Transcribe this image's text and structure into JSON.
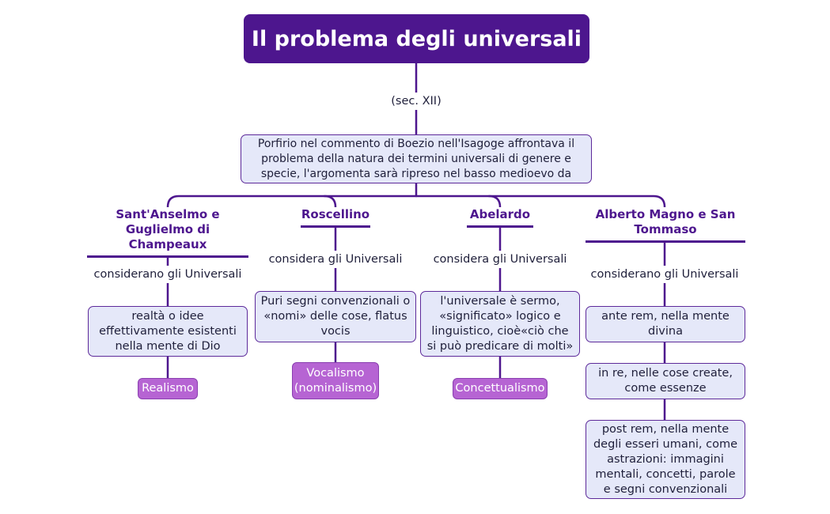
{
  "title": "Il problema degli universali",
  "period": "(sec. XII)",
  "intro": "Porfirio nel commento di Boezio nell'Isagoge affrontava il problema della natura dei termini universali di genere e specie, l'argomenta sarà ripreso nel basso medioevo da",
  "branches": [
    {
      "heading": "Sant'Anselmo e Guglielmo di Champeaux",
      "verb": "considerano gli Universali",
      "description": "realtà o idee effettivamente esistenti nella mente di Dio",
      "label": "Realismo"
    },
    {
      "heading": "Roscellino",
      "verb": "considera gli Universali",
      "description": "Puri segni convenzionali o «nomi» delle cose, flatus vocis",
      "label": "Vocalismo (nominalismo)"
    },
    {
      "heading": "Abelardo",
      "verb": "considera gli Universali",
      "description": "l'universale è sermo, «significato» logico e linguistico, cioè«ciò che si può predicare di molti»",
      "label": "Concettualismo"
    },
    {
      "heading": "Alberto Magno e San Tommaso",
      "verb": "considerano gli Universali",
      "items": [
        "ante rem, nella mente divina",
        "in re, nelle cose create, come essenze",
        "post rem, nella mente degli esseri umani, come astrazioni: immagini mentali, concetti, parole e segni convenzionali"
      ]
    }
  ],
  "colors": {
    "title_bg": "#4d168e",
    "line": "#4d168e",
    "box_fill": "#e5e8f9",
    "tag_fill": "#b664d3"
  }
}
